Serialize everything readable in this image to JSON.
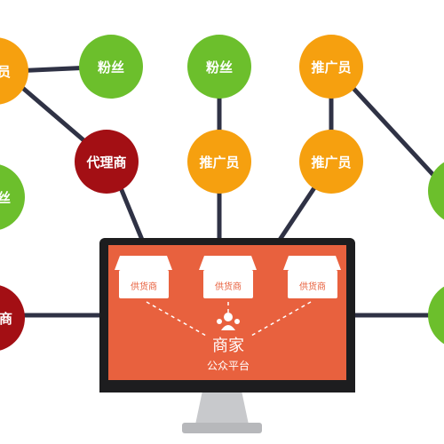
{
  "colors": {
    "fan": "#6cbf2c",
    "promoter": "#f6a00f",
    "agent": "#a30f14",
    "line": "#2f3245",
    "screen": "#e8613e",
    "bezel": "#1d1d1f"
  },
  "nodes": {
    "fan_top_left": "粉丝",
    "fan_top_center": "粉丝",
    "promoter_top_right": "推广员",
    "promoter_mid_center": "推广员",
    "promoter_mid_right": "推广员",
    "agent_mid_left": "代理商",
    "edge_left_top": "员",
    "edge_left_mid": "丝",
    "edge_left_bottom": "商"
  },
  "monitor": {
    "suppliers": [
      "供货商",
      "供货商",
      "供货商"
    ],
    "merchant_icon": "merchant-people-icon",
    "brand_main": "商家",
    "brand_sub": "公众平台"
  }
}
